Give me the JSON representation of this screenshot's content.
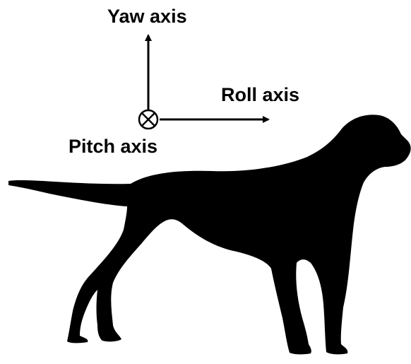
{
  "axes": {
    "yaw_label": "Yaw axis",
    "roll_label": "Roll axis",
    "pitch_label": "Pitch axis",
    "pitch_symbol": "into-page cross (⊗)"
  },
  "subject": {
    "silhouette": "dog-silhouette"
  },
  "colors": {
    "ink": "#000000",
    "background": "#ffffff"
  }
}
